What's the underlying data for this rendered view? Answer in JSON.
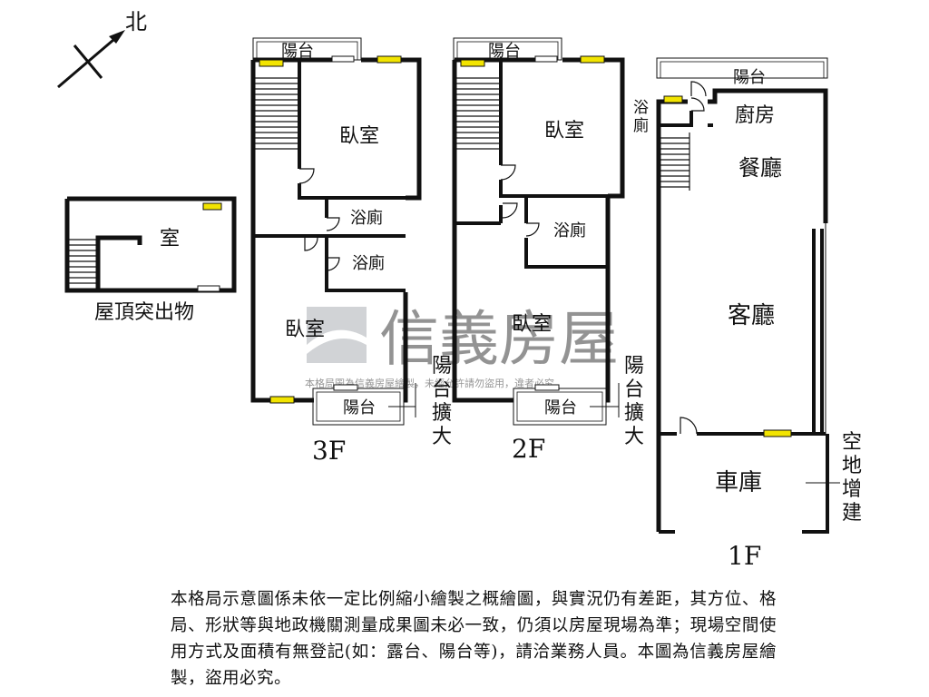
{
  "compass": {
    "label": "北"
  },
  "roof": {
    "room": "室",
    "caption": "屋頂突出物"
  },
  "floor3": {
    "floor_label": "3F",
    "balcony_top": "陽台",
    "bedroom_upper": "臥室",
    "bath_upper": "浴廁",
    "bath_lower": "浴廁",
    "bedroom_lower": "臥室",
    "balcony_bottom": "陽台",
    "balcony_extension": "陽台擴大"
  },
  "floor2": {
    "floor_label": "2F",
    "balcony_top": "陽台",
    "bedroom_upper": "臥室",
    "bath": "浴廁",
    "bedroom_lower": "臥室",
    "balcony_bottom": "陽台",
    "balcony_extension": "陽台擴大"
  },
  "floor1": {
    "floor_label": "1F",
    "balcony": "陽台",
    "bath": "浴廁",
    "kitchen": "廚房",
    "dining": "餐廳",
    "living": "客廳",
    "garage": "車庫",
    "open_space_addition": "空地增建"
  },
  "watermark": {
    "brand": "信義房屋",
    "notice": "本格局圖為信義房屋繪製，未經允許請勿盜用，違者必究"
  },
  "disclaimer": "本格局示意圖係未依一定比例縮小繪製之概繪圖，與實況仍有差距，其方位、格局、形狀等與地政機關測量成果圖未必一致，仍須以房屋現場為準；現場空間使用方式及面積有無登記(如：露台、陽台等)，請洽業務人員。本圖為信義房屋繪製，盜用必究。",
  "colors": {
    "wall": "#111111",
    "window": "#f2e400",
    "watermark": "#9aa0a6"
  }
}
